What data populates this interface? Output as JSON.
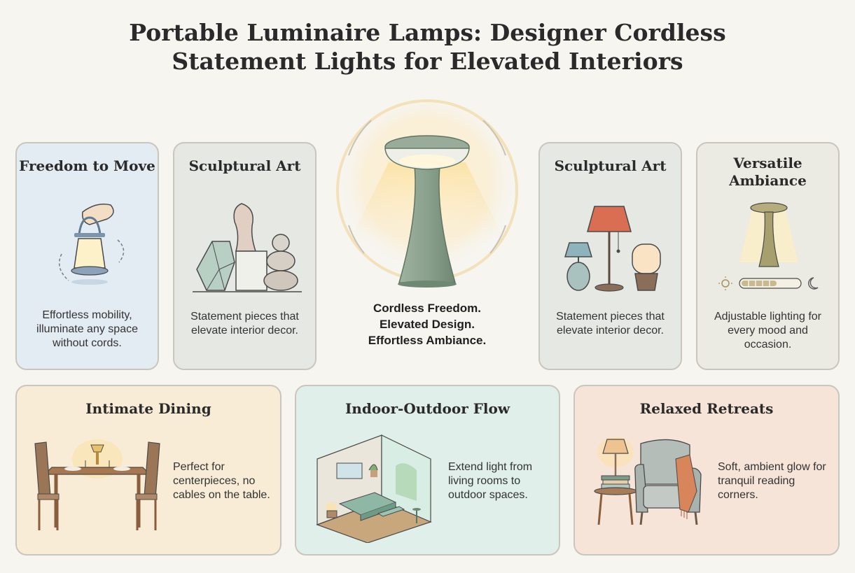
{
  "header": {
    "title_line1": "Portable Luminaire Lamps: Designer Cordless",
    "title_line2": "Statement Lights for Elevated Interiors"
  },
  "center": {
    "line1": "Cordless Freedom.",
    "line2": "Elevated Design.",
    "line3": "Effortless Ambiance."
  },
  "cards": {
    "freedom": {
      "title": "Freedom to Move",
      "desc": "Effortless mobility, illuminate any space without cords.",
      "bg": "#e3ebf3"
    },
    "sculptural_left": {
      "title": "Sculptural Art",
      "desc": "Statement pieces that elevate interior decor.",
      "bg": "#e6e9e3"
    },
    "sculptural_right": {
      "title": "Sculptural Art",
      "desc": "Statement pieces that elevate interior decor.",
      "bg": "#e6e9e3"
    },
    "versatile": {
      "title": "Versatile Ambiance",
      "desc": "Adjustable lighting for every mood and occasion.",
      "bg": "#ebebe3"
    },
    "dining": {
      "title": "Intimate Dining",
      "desc": "Perfect for centerpieces, no cables on the table.",
      "bg": "#f8ecd6"
    },
    "indoor_outdoor": {
      "title": "Indoor-Outdoor Flow",
      "desc": "Extend light from living rooms to outdoor spaces.",
      "bg": "#e0efe9"
    },
    "relaxed": {
      "title": "Relaxed Retreats",
      "desc": "Soft, ambient glow for tranquil reading corners.",
      "bg": "#f7e4d9"
    }
  },
  "icons": {
    "hero": "portable-mushroom-lamp-icon",
    "freedom": "hand-carrying-lantern-icon",
    "sculptural_left": "sculptural-objects-icon",
    "sculptural_right": "lamp-collection-icon",
    "versatile": "dimmer-lamp-icon",
    "dining": "dining-table-lamp-icon",
    "indoor_outdoor": "room-cutaway-icon",
    "relaxed": "armchair-lamp-icon"
  },
  "colors": {
    "lamp_sage": "#8fa592",
    "glow": "#f6d58a",
    "border": "#c9c6be"
  }
}
